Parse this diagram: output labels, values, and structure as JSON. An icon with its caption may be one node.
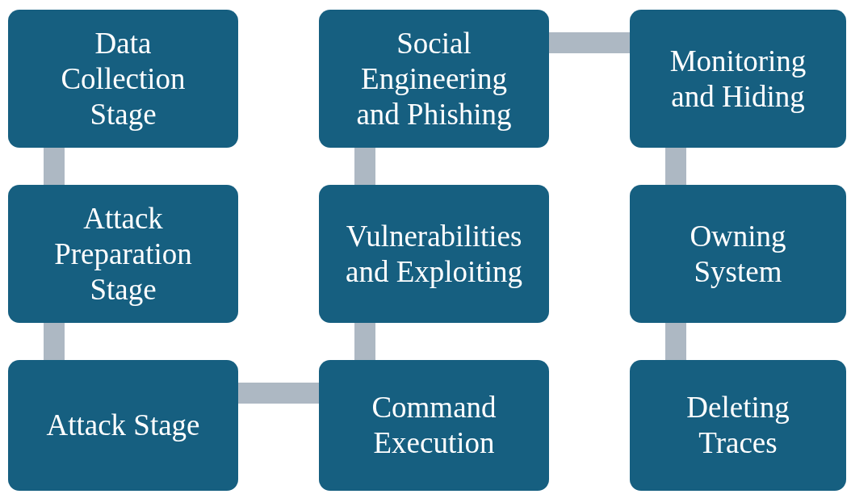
{
  "diagram": {
    "nodes": [
      {
        "text": [
          "Data Collection Stage"
        ]
      },
      {
        "text": [
          "Attack Preparation Stage"
        ]
      },
      {
        "text": [
          "Attack Stage"
        ]
      },
      {
        "text": [
          "Command Execution"
        ]
      },
      {
        "text": [
          "Vulnerabilities and Exploiting"
        ]
      },
      {
        "text": [
          "Social Engineering and Phishing"
        ]
      },
      {
        "text": [
          "Monitoring and Hiding"
        ]
      },
      {
        "text": [
          "Owning System"
        ]
      },
      {
        "text": [
          "Deleting Traces"
        ]
      }
    ],
    "edges": [
      {
        "from": 0,
        "to": 1,
        "arrow": "none"
      },
      {
        "from": 1,
        "to": 2,
        "arrow": "none"
      },
      {
        "from": 2,
        "to": 3,
        "arrow": "none"
      },
      {
        "from": 3,
        "to": 4,
        "arrow": "none"
      },
      {
        "from": 4,
        "to": 5,
        "arrow": "none"
      },
      {
        "from": 5,
        "to": 6,
        "arrow": "none"
      },
      {
        "from": 6,
        "to": 7,
        "arrow": "none"
      },
      {
        "from": 7,
        "to": 8,
        "arrow": "none"
      }
    ]
  }
}
